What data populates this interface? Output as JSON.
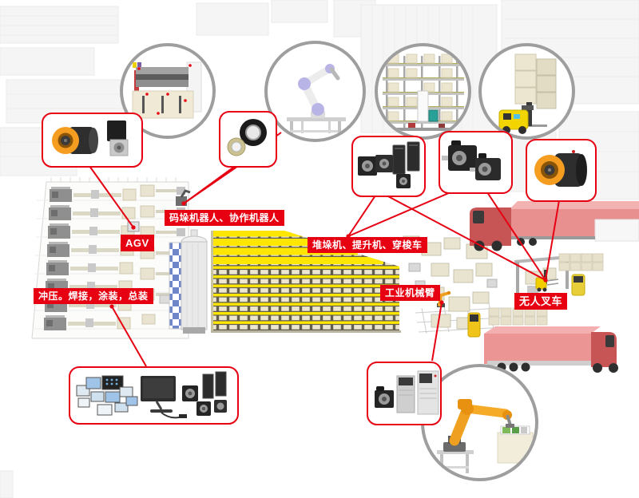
{
  "labels": {
    "palletizing_robots": "码垛机器人、协作机器人",
    "agv": "AGV",
    "stamping_line": "冲压。焊接，涂装，总装",
    "stacker_hoist_shuttle": "堆垛机、提升机、穿梭车",
    "industrial_arm": "工业机械臂",
    "unmanned_forklift": "无人叉车"
  },
  "colors": {
    "accent_red": "#e60012",
    "circle_border": "#9e9e9e",
    "racking_yellow": "#ffe600",
    "truck_red": "#ec9595",
    "vehicle_yellow": "#f2d500",
    "motor_orange": "#f59d20"
  },
  "callouts": {
    "circle_images": [
      "stamping-press-machine",
      "collaborative-robot-arm",
      "warehouse-rack-with-shuttle",
      "agv-forklift-carrying-boxes",
      "industrial-robot-arm-picking"
    ],
    "product_boxes": [
      "wheel-hub-motor-and-gear-motor",
      "frameless-torque-motors",
      "servo-motors-and-drives",
      "servo-motor-pair",
      "wheel-hub-motor",
      "hmi-panels-monitor-and-servo-motors",
      "servo-drives"
    ]
  }
}
